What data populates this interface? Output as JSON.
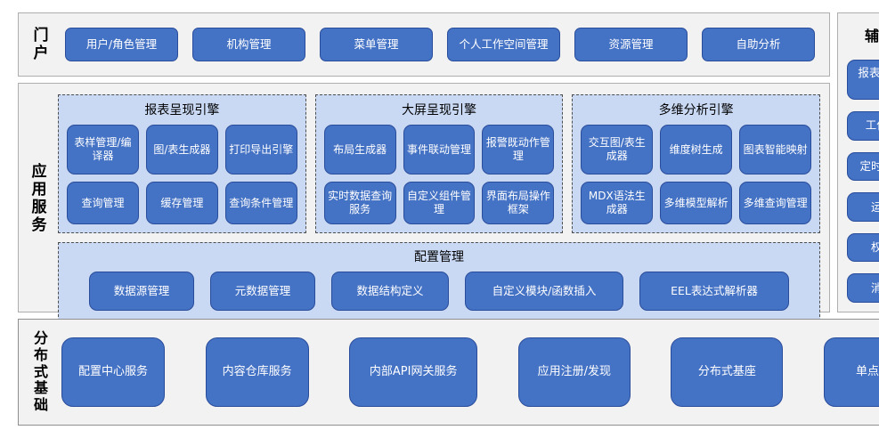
{
  "colors": {
    "button_fill": "#4472c4",
    "button_border": "#2a4d9b",
    "section_fill": "#c9d9f4",
    "panel_fill": "#f2f2f2"
  },
  "portal": {
    "label": "门户",
    "items": [
      "用户/角色管理",
      "机构管理",
      "菜单管理",
      "个人工作空间管理",
      "资源管理",
      "自助分析"
    ]
  },
  "app_services": {
    "label": "应用服务",
    "engines": [
      {
        "title": "报表呈现引擎",
        "rows": [
          [
            "表样管理/编译器",
            "图/表生成器",
            "打印导出引擎"
          ],
          [
            "查询管理",
            "缓存管理",
            "查询条件管理"
          ]
        ]
      },
      {
        "title": "大屏呈现引擎",
        "rows": [
          [
            "布局生成器",
            "事件联动管理",
            "报警既动作管理"
          ],
          [
            "实时数据查询服务",
            "自定义组件管理",
            "界面布局操作框架"
          ]
        ]
      },
      {
        "title": "多维分析引擎",
        "rows": [
          [
            "交互图/表生成器",
            "维度树生成",
            "图表智能映射"
          ],
          [
            "MDX语法生成器",
            "多维模型解析",
            "多维查询管理"
          ]
        ]
      }
    ],
    "config": {
      "title": "配置管理",
      "items": [
        "数据源管理",
        "元数据管理",
        "数据结构定义",
        "自定义模块/函数插入",
        "EEL表达式解析器"
      ]
    }
  },
  "aux": {
    "title": "辅助设施",
    "items": [
      "报表/大屏制作工具",
      "工作流引擎",
      "定时任务调度",
      "运行日志",
      "权限管理",
      "消息中心"
    ]
  },
  "foundation": {
    "label": "分布式基础",
    "items": [
      "配置中心服务",
      "内容仓库服务",
      "内部API网关服务",
      "应用注册/发现",
      "分布式基座",
      "单点登录"
    ]
  }
}
